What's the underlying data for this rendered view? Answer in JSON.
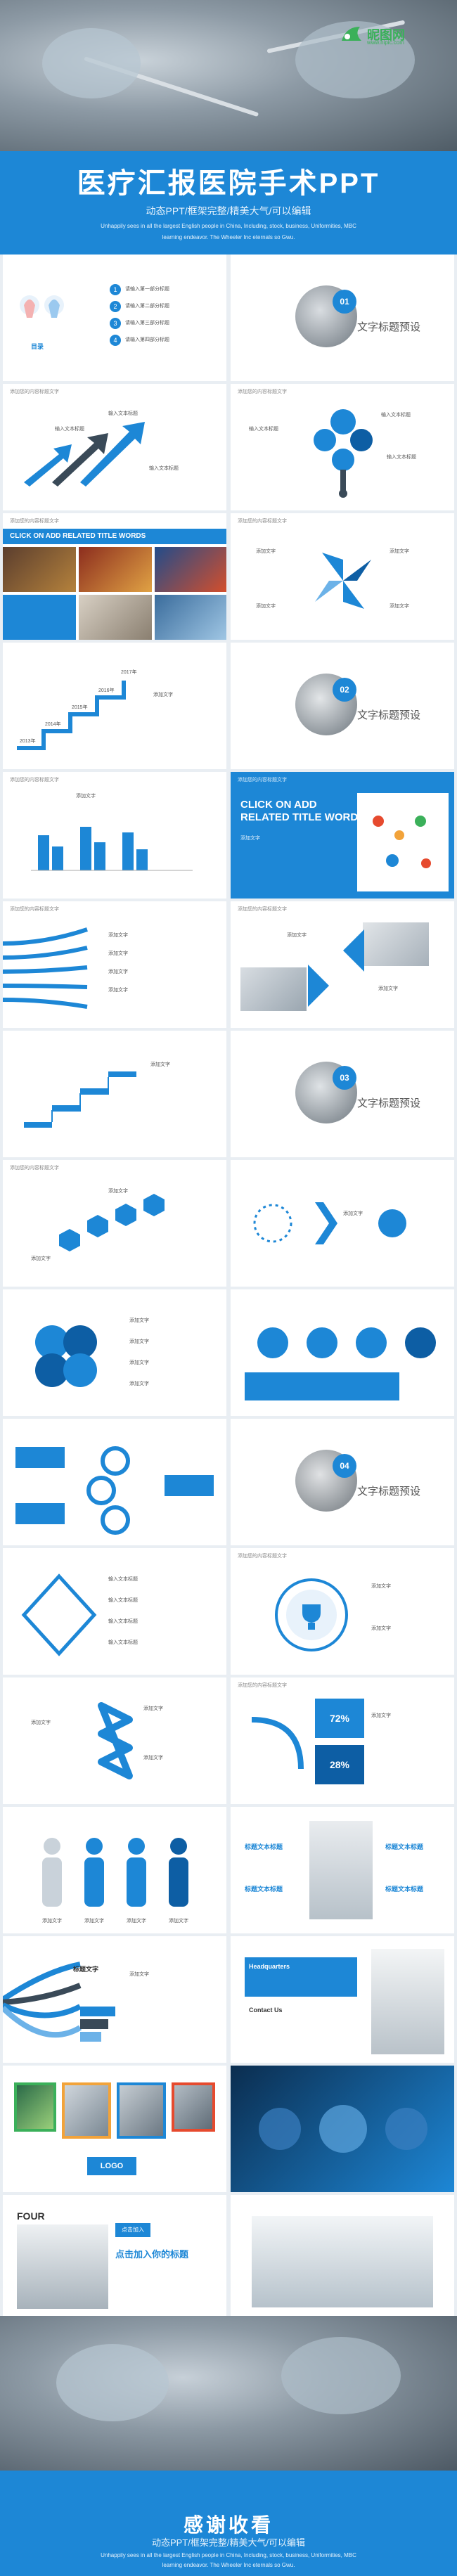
{
  "hero": {
    "title": "医疗汇报医院手术PPT",
    "subtitle": "动态PPT/框架完整/精美大气/可以编辑",
    "note_line1": "Unhappily sees in all the largest English people in China, Including, stock, business, Uniformities, MBC",
    "note_line2": "learning endeavor. The Wheeler Inc eternals so Gwu."
  },
  "logo": {
    "name": "昵图网",
    "url": "www.nipic.com"
  },
  "toc": {
    "items": [
      "请输入第一部分标题",
      "请输入第二部分标题",
      "请输入第三部分标题",
      "请输入第四部分标题"
    ],
    "numbers": [
      "1",
      "2",
      "3",
      "4"
    ],
    "label": "目录"
  },
  "section": {
    "title": "文字标题预设",
    "numbers": [
      "01",
      "02",
      "03",
      "04"
    ]
  },
  "caption": "添加您的内容标题文字",
  "click_add": "CLICK ON ADD RELATED TITLE WORDS",
  "click_add_a": "CLICK ON ADD",
  "click_add_b": "RELATED TITLE WORDS",
  "labels": {
    "text_add": "添加文字",
    "title_add": "标题文字",
    "entry": "输入文本标题",
    "subtitle": "标题文本标题",
    "year_2013": "2013年",
    "year_2014": "2014年",
    "year_2015": "2015年",
    "year_2016": "2016年",
    "year_2017": "2017年",
    "pct72": "72%",
    "pct28": "28%",
    "four": "FOUR",
    "logo": "LOGO",
    "click_title": "点击加入你的标题",
    "add_text": "点击加入",
    "headquarter": "Headquarters",
    "contact": "Contact Us"
  },
  "end": {
    "title": "感谢收看",
    "subtitle": "动态PPT/框架完整/精美大气/可以编辑",
    "note_line1": "Unhappily sees in all the largest English people in China, Including, stock, business, Uniformities, MBC",
    "note_line2": "learning endeavor. The Wheeler Inc eternals so Gwu."
  },
  "colors": {
    "accent": "#1d87d6",
    "dark": "#0d5ea4",
    "panel": "#ffffff"
  }
}
